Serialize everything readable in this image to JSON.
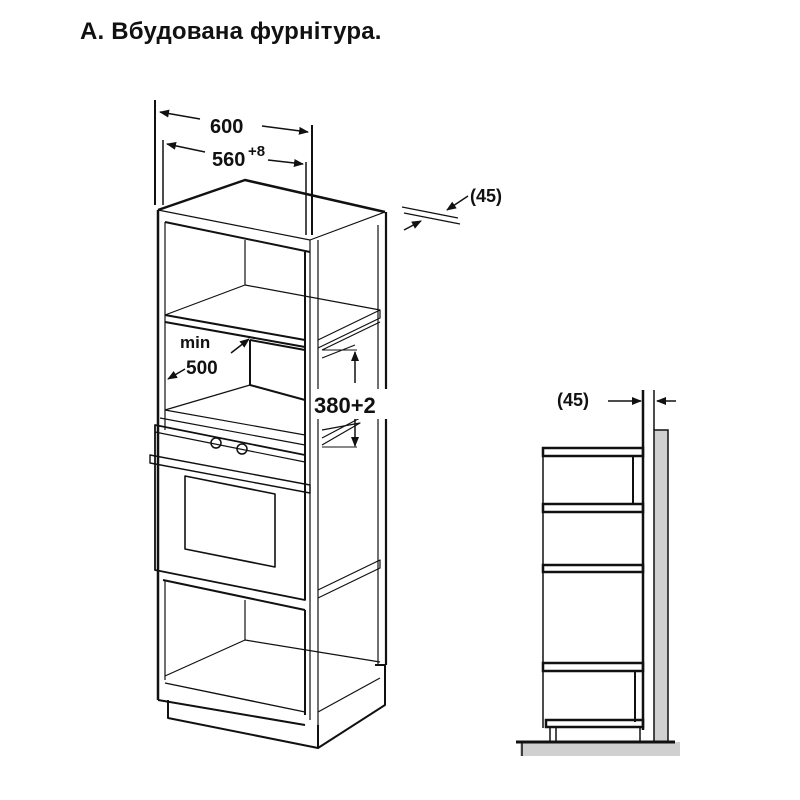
{
  "title": "А. Вбудована фурнітура.",
  "dimensions": {
    "overall_width": "600",
    "niche_width_base": "560",
    "niche_width_tolerance": "+8",
    "rear_gap_top": "(45)",
    "min_label": "min",
    "min_depth": "500",
    "niche_height": "380+2",
    "rear_gap_side": "(45)"
  },
  "colors": {
    "line": "#111111",
    "panel_fill": "#d0d0d0",
    "background": "#ffffff"
  }
}
